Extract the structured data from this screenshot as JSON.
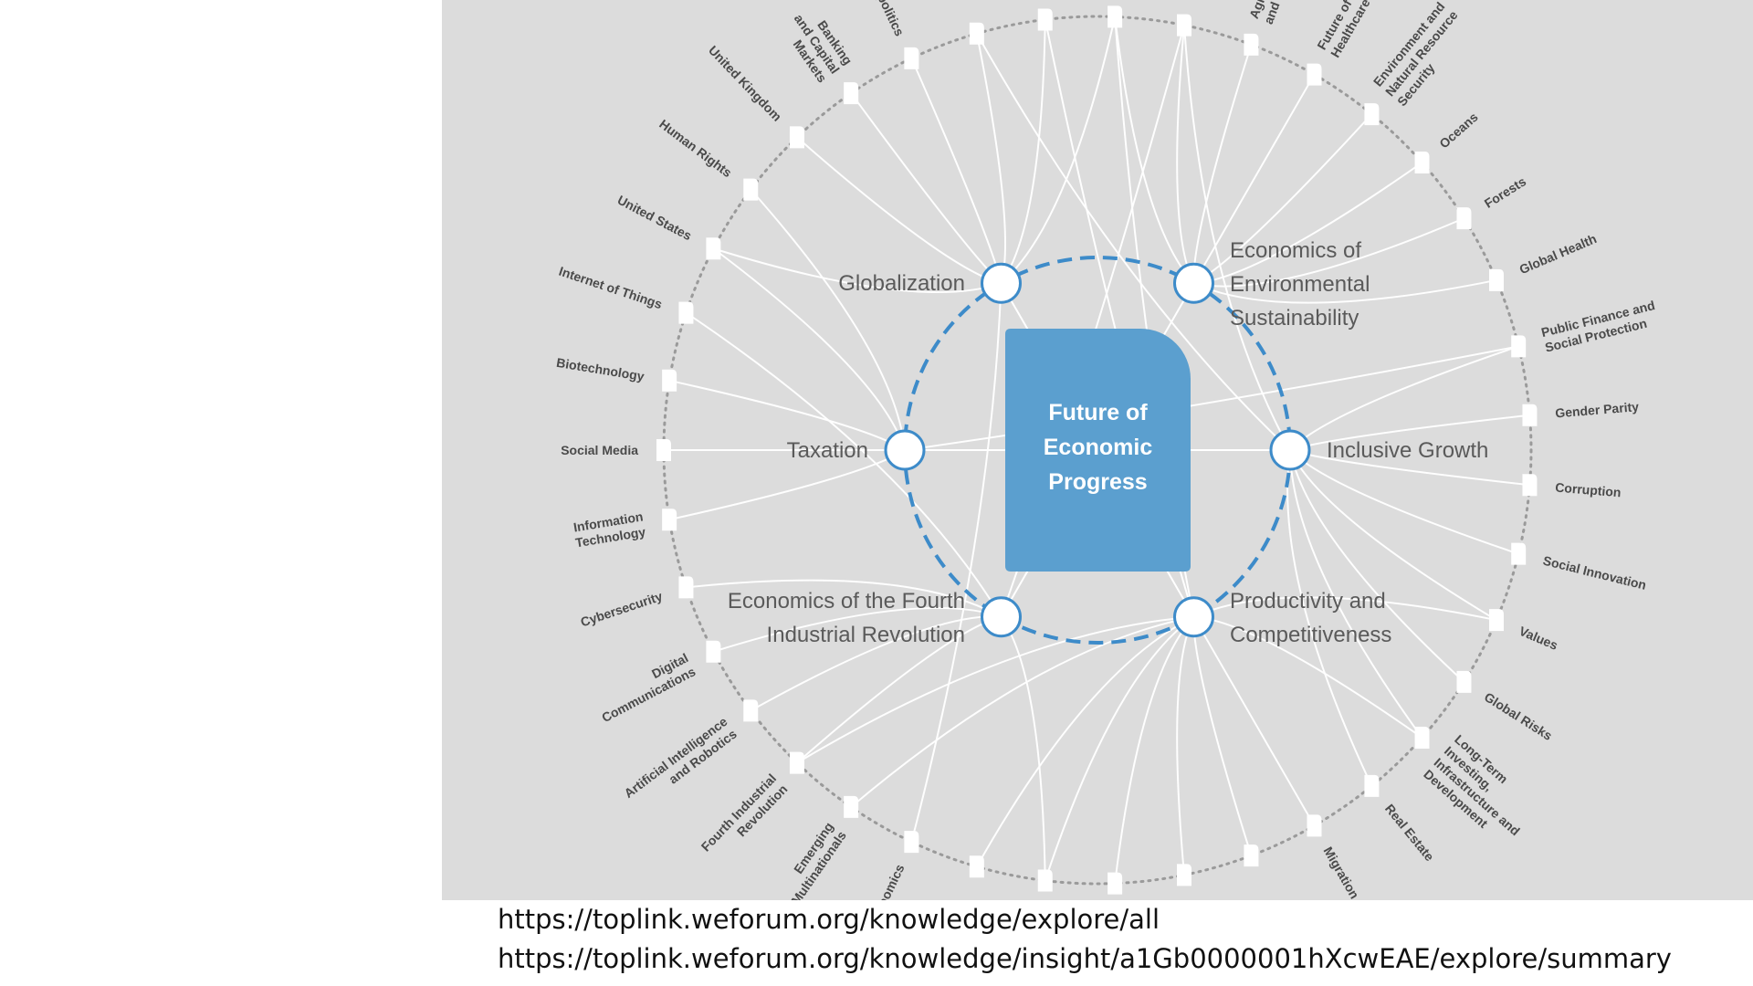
{
  "diagram": {
    "center": {
      "lines": [
        "Future of",
        "Economic",
        "Progress"
      ]
    },
    "colors": {
      "background": "#dcdcdc",
      "accent": "#3d8bc9",
      "center_fill": "#5b9fcf",
      "link": "#ffffff",
      "label": "#4a4a4a"
    },
    "hubs": [
      {
        "lines": [
          "Globalization"
        ]
      },
      {
        "lines": [
          "Economics of",
          "Environmental",
          "Sustainability"
        ]
      },
      {
        "lines": [
          "Inclusive Growth"
        ]
      },
      {
        "lines": [
          "Productivity and",
          "Competitiveness"
        ]
      },
      {
        "lines": [
          "Economics of the Fourth",
          "Industrial Revolution"
        ]
      },
      {
        "lines": [
          "Taxation"
        ]
      }
    ],
    "nodes": [
      {
        "lines": [
          "Social Media"
        ],
        "hubs": [
          5
        ]
      },
      {
        "lines": [
          "Biotechnology"
        ],
        "hubs": [
          5
        ]
      },
      {
        "lines": [
          "Internet of Things"
        ],
        "hubs": [
          4
        ]
      },
      {
        "lines": [
          "United States"
        ],
        "hubs": [
          0,
          5
        ]
      },
      {
        "lines": [
          "Human Rights"
        ],
        "hubs": [
          5
        ]
      },
      {
        "lines": [
          "United Kingdom"
        ],
        "hubs": [
          0
        ]
      },
      {
        "lines": [
          "Banking",
          "and Capital",
          "Markets"
        ],
        "hubs": [
          0
        ]
      },
      {
        "lines": [
          "Geopolitics"
        ],
        "hubs": [
          0
        ]
      },
      {
        "lines": [],
        "hubs": [
          0,
          2
        ]
      },
      {
        "lines": [],
        "hubs": [
          0,
          3
        ]
      },
      {
        "lines": [],
        "hubs": [
          0,
          1,
          3
        ]
      },
      {
        "lines": [],
        "hubs": [
          1,
          2,
          4
        ]
      },
      {
        "lines": [
          "Agriculture, Food",
          "and Beverage"
        ],
        "hubs": [
          1
        ]
      },
      {
        "lines": [
          "Future of",
          "Healthcare"
        ],
        "hubs": [
          1
        ]
      },
      {
        "lines": [
          "Environment and",
          "Natural Resource",
          "Security"
        ],
        "hubs": [
          1
        ]
      },
      {
        "lines": [
          "Oceans"
        ],
        "hubs": [
          1
        ]
      },
      {
        "lines": [
          "Forests"
        ],
        "hubs": [
          1
        ]
      },
      {
        "lines": [
          "Global Health"
        ],
        "hubs": [
          1
        ]
      },
      {
        "lines": [
          "Public Finance and",
          "Social Protection"
        ],
        "hubs": [
          2,
          5
        ]
      },
      {
        "lines": [
          "Gender Parity"
        ],
        "hubs": [
          2
        ]
      },
      {
        "lines": [
          "Corruption"
        ],
        "hubs": [
          2
        ]
      },
      {
        "lines": [
          "Social Innovation"
        ],
        "hubs": [
          2
        ]
      },
      {
        "lines": [
          "Values"
        ],
        "hubs": [
          2,
          3
        ]
      },
      {
        "lines": [
          "Global Risks"
        ],
        "hubs": [
          2
        ]
      },
      {
        "lines": [
          "Long-Term",
          "Investing,",
          "Infrastructure and",
          "Development"
        ],
        "hubs": [
          3,
          2
        ]
      },
      {
        "lines": [
          "Real Estate"
        ],
        "hubs": [
          2
        ]
      },
      {
        "lines": [
          "Migration"
        ],
        "hubs": [
          3
        ]
      },
      {
        "lines": [],
        "hubs": [
          3
        ]
      },
      {
        "lines": [],
        "hubs": [
          3
        ]
      },
      {
        "lines": [],
        "hubs": [
          3
        ]
      },
      {
        "lines": [],
        "hubs": [
          3,
          4
        ]
      },
      {
        "lines": [],
        "hubs": [
          3
        ]
      },
      {
        "lines": [
          "Economics"
        ],
        "hubs": [
          0
        ]
      },
      {
        "lines": [
          "Emerging",
          "Multinationals"
        ],
        "hubs": [
          3
        ]
      },
      {
        "lines": [
          "Fourth Industrial",
          "Revolution"
        ],
        "hubs": [
          4,
          3
        ]
      },
      {
        "lines": [
          "Artificial Intelligence",
          "and Robotics"
        ],
        "hubs": [
          4
        ]
      },
      {
        "lines": [
          "Digital",
          "Communications"
        ],
        "hubs": [
          4
        ]
      },
      {
        "lines": [
          "Cybersecurity"
        ],
        "hubs": [
          4
        ]
      },
      {
        "lines": [
          "Information",
          "Technology"
        ],
        "hubs": [
          5
        ]
      }
    ]
  },
  "urls": [
    "https://toplink.weforum.org/knowledge/explore/all",
    "https://toplink.weforum.org/knowledge/insight/a1Gb0000001hXcwEAE/explore/summary"
  ]
}
